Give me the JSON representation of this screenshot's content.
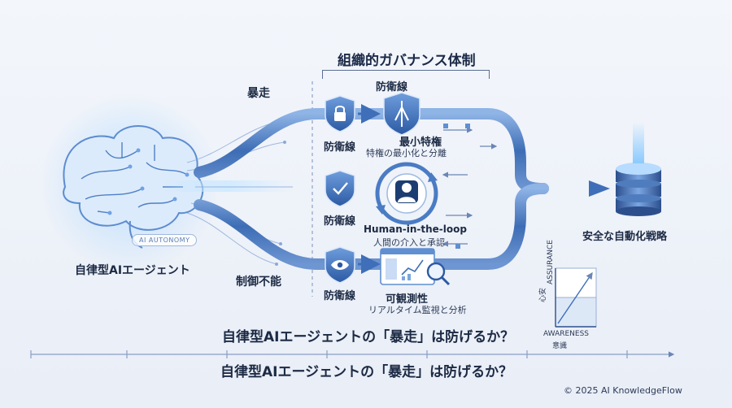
{
  "header": {
    "title": "組織的ガバナンス体制",
    "defense_heading": "防衛線"
  },
  "agent": {
    "label": "自律型AIエージェント",
    "badge": "AI AUTONOMY"
  },
  "risks": {
    "runaway": "暴走",
    "uncontrollable": "制御不能"
  },
  "defense_lines": [
    {
      "tag": "防衛線",
      "title": "最小特権",
      "subtitle": "特権の最小化と分離",
      "icon": "lock-shield-icon"
    },
    {
      "tag": "防衛線",
      "title": "Human-in-the-loop",
      "subtitle": "人間の介入と承認",
      "icon": "check-shield-icon"
    },
    {
      "tag": "防衛線",
      "title": "可観測性",
      "subtitle": "リアルタイム監視と分析",
      "icon": "eye-shield-icon"
    }
  ],
  "outcome": {
    "label": "安全な自動化戦略"
  },
  "matrix": {
    "y_label": "ASSURANCE",
    "y_sub": "心安",
    "x_label": "AWARENESS",
    "x_sub": "意識"
  },
  "question": {
    "primary": "自律型AIエージェントの「暴走」は防げるか？",
    "secondary": "自律型AIエージェントの「暴走」は防げるか？"
  },
  "footer": {
    "copyright": "© 2025 AI KnowledgeFlow"
  },
  "colors": {
    "accent": "#3f6fb8",
    "dark": "#1c2a44",
    "pipe": "#5f8fd0",
    "glow": "#7fc4ff"
  }
}
